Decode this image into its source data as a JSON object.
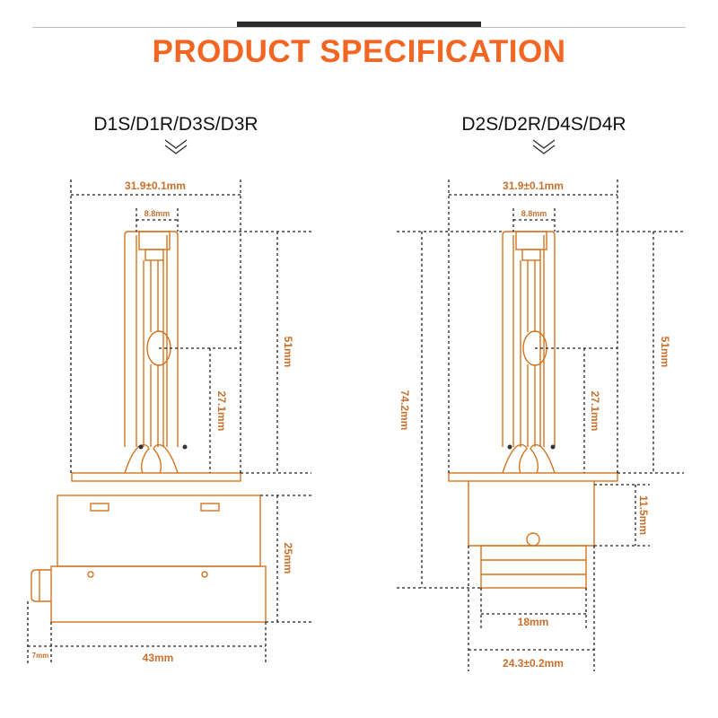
{
  "header": {
    "title": "PRODUCT SPECIFICATION"
  },
  "left_bulb": {
    "models": "D1S/D1R/D3S/D3R",
    "dim_top_width": "31.9±0.1mm",
    "dim_pin_width": "8.8mm",
    "dim_glass_height": "51mm",
    "dim_arc_height": "27.1mm",
    "dim_base_height": "25mm",
    "dim_base_width": "43mm",
    "dim_connector_width": "7mm"
  },
  "right_bulb": {
    "models": "D2S/D2R/D4S/D4R",
    "dim_top_width": "31.9±0.1mm",
    "dim_pin_width": "8.8mm",
    "dim_glass_height": "51mm",
    "dim_arc_height": "27.1mm",
    "dim_total_height": "74.2mm",
    "dim_base_height": "11.5mm",
    "dim_socket_width": "18mm",
    "dim_base_width": "24.3±0.2mm"
  },
  "colors": {
    "title": "#f26522",
    "dimension_text": "#c8702c",
    "outline": "#d2741f",
    "dimension_line": "#222222"
  }
}
